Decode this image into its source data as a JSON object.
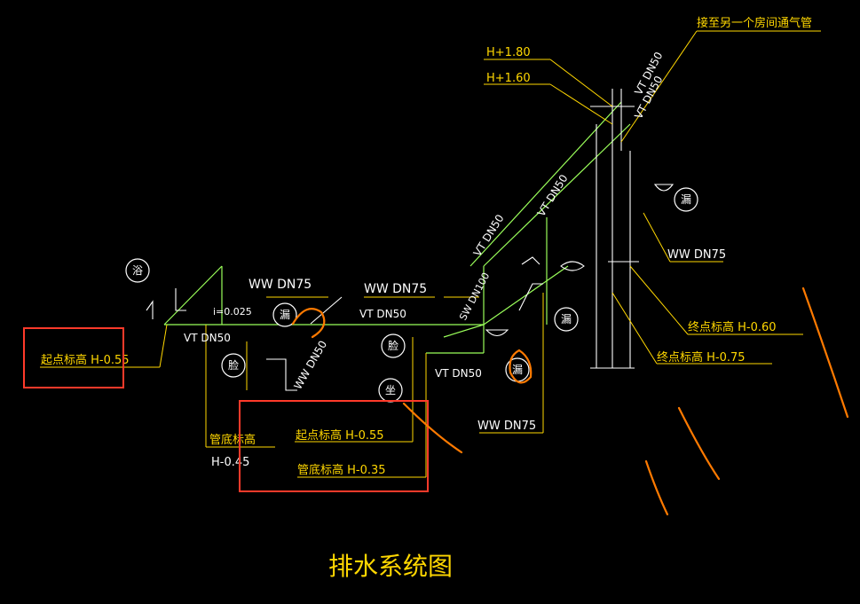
{
  "title": "排水系统图",
  "top_note": "接至另一个房间通气管",
  "elevations": {
    "h188": "H+1.80",
    "h160": "H+1.60",
    "start_left": "起点标高 H-0.55",
    "pipe_bottom_left_label": "管底标高",
    "pipe_bottom_left_value": "H-0.45",
    "start_mid": "起点标高 H-0.55",
    "pipe_bottom_mid": "管底标高 H-0.35",
    "end_060": "终点标高 H-0.60",
    "end_075": "终点标高 H-0.75"
  },
  "pipes": {
    "ww_dn75_a": "WW DN75",
    "ww_dn75_b": "WW DN75",
    "ww_dn75_c": "WW DN75",
    "ww_dn75_d": "WW DN75",
    "vt_dn50_left": "VT DN50",
    "vt_dn50_mid": "VT DN50",
    "vt_dn50_low": "VT DN50",
    "ww_dn50_diag": "WW DN50",
    "vt_dn50_diag1": "VT DN50",
    "vt_dn50_diag2": "VT DN50",
    "vt_dn50_top1": "VT DN50",
    "vt_dn50_top2": "VT DN50",
    "sw_dn100": "SW DN100",
    "slope": "i=0.025"
  },
  "fixtures": {
    "bath": "浴",
    "basin_left": "脸",
    "basin_mid": "脸",
    "floor_drain_1": "漏",
    "floor_drain_2": "漏",
    "floor_drain_3": "漏",
    "floor_drain_4": "漏",
    "toilet": "坐"
  },
  "colors": {
    "pipe_green": "#9aff5a",
    "text_white": "#ffffff",
    "leader_yellow": "#ffd700",
    "markup_red": "#ff3a2a",
    "markup_orange": "#ff7a00"
  }
}
